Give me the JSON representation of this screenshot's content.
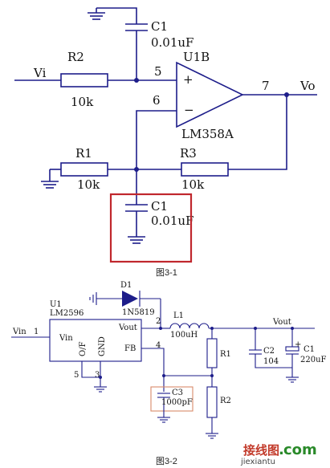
{
  "figure1": {
    "caption": "图3-1",
    "c1_top": {
      "ref": "C1",
      "value": "0.01uF"
    },
    "opamp": {
      "ref": "U1B",
      "part": "LM358A",
      "pin_noninv": "5",
      "pin_inv": "6",
      "pin_out": "7",
      "plus": "+",
      "minus": "−"
    },
    "vi": "Vi",
    "vo": "Vo",
    "r2": {
      "ref": "R2",
      "value": "10k"
    },
    "r1": {
      "ref": "R1",
      "value": "10k"
    },
    "r3": {
      "ref": "R3",
      "value": "10k"
    },
    "c1_bottom": {
      "ref": "C1",
      "value": "0.01uF"
    }
  },
  "figure2": {
    "caption": "图3-2",
    "u1": {
      "ref": "U1",
      "part": "LM2596",
      "pin_vin": "Vin",
      "pin_vout": "Vout",
      "pin_onoff": "O/F",
      "pin_gnd": "GND",
      "pin_fb": "FB",
      "num1": "1",
      "num2": "2",
      "num3": "3",
      "num4": "4",
      "num5": "5"
    },
    "vin": "Vin",
    "d1": {
      "ref": "D1",
      "part": "1N5819"
    },
    "l1": {
      "ref": "L1",
      "value": "100uH"
    },
    "r1": "R1",
    "r2": "R2",
    "c2": {
      "ref": "C2",
      "value": "104"
    },
    "c1": {
      "ref": "C1",
      "value": "220uF",
      "plus": "+"
    },
    "c3": {
      "ref": "C3",
      "value": "1000pF"
    },
    "vout": "Vout"
  },
  "watermark": {
    "site_cn": "接线图",
    "dot": ".",
    "com": "com",
    "site_en": "jiexiantu"
  }
}
